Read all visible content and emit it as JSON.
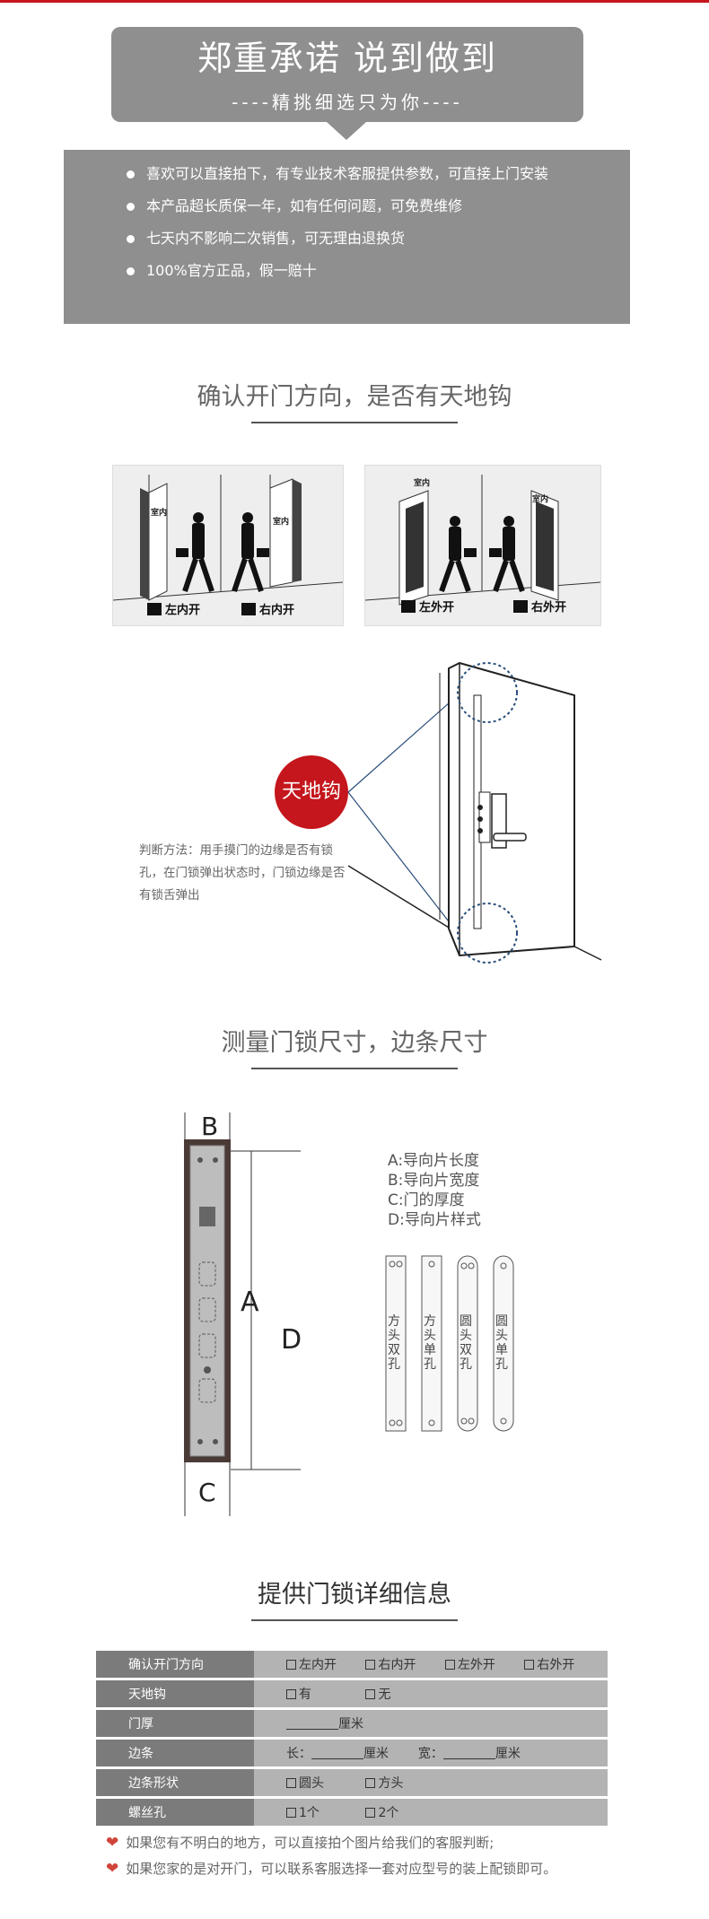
{
  "banner": {
    "title": "郑重承诺 说到做到",
    "subtitle": "----精挑细选只为你----"
  },
  "promises": [
    "喜欢可以直接拍下，有专业技术客服提供参数，可直接上门安装",
    "本产品超长质保一年，如有任何问题，可免费维修",
    "七天内不影响二次销售，可无理由退换货",
    "100%官方正品，假一赔十"
  ],
  "section1": {
    "title": "确认开门方向，是否有天地钩"
  },
  "doors": {
    "room_label": "室内",
    "left_in": "左内开",
    "right_in": "右内开",
    "left_out": "左外开",
    "right_out": "右外开"
  },
  "hook": {
    "label": "天地钩",
    "note": "判断方法：用手摸门的边缘是否有锁孔，在门锁弹出状态时，门锁边缘是否有锁舌弹出"
  },
  "section2": {
    "title": "测量门锁尺寸，边条尺寸"
  },
  "lock": {
    "a": "A",
    "b": "B",
    "c": "C",
    "d": "D"
  },
  "legend": [
    "A:导向片长度",
    "B:导向片宽度",
    "C:门的厚度",
    "D:导向片样式"
  ],
  "strips": [
    {
      "label": "方头双孔"
    },
    {
      "label": "方头单孔"
    },
    {
      "label": "圆头双孔"
    },
    {
      "label": "圆头单孔"
    }
  ],
  "section3": {
    "title": "提供门锁详细信息"
  },
  "table": [
    {
      "key": "确认开门方向",
      "options": [
        "左内开",
        "右内开",
        "左外开",
        "右外开"
      ]
    },
    {
      "key": "天地钩",
      "options": [
        "有",
        "无"
      ]
    },
    {
      "key": "门厚",
      "unit": "厘米"
    },
    {
      "key": "边条",
      "len_label": "长：",
      "len_unit": "厘米",
      "wid_label": "宽：",
      "wid_unit": "厘米"
    },
    {
      "key": "边条形状",
      "options": [
        "圆头",
        "方头"
      ]
    },
    {
      "key": "螺丝孔",
      "options": [
        "1个",
        "2个"
      ]
    }
  ],
  "footnotes": [
    "如果您有不明白的地方，可以直接拍个图片给我们的客服判断;",
    "如果您家的是对开门，可以联系客服选择一套对应型号的装上配锁即可。"
  ],
  "colors": {
    "accent": "#c4161c",
    "banner_gray": "#8f8f8f",
    "dark_row": "#7b7b7b",
    "light_row": "#b3b3b3",
    "heart": "#d0453a"
  }
}
